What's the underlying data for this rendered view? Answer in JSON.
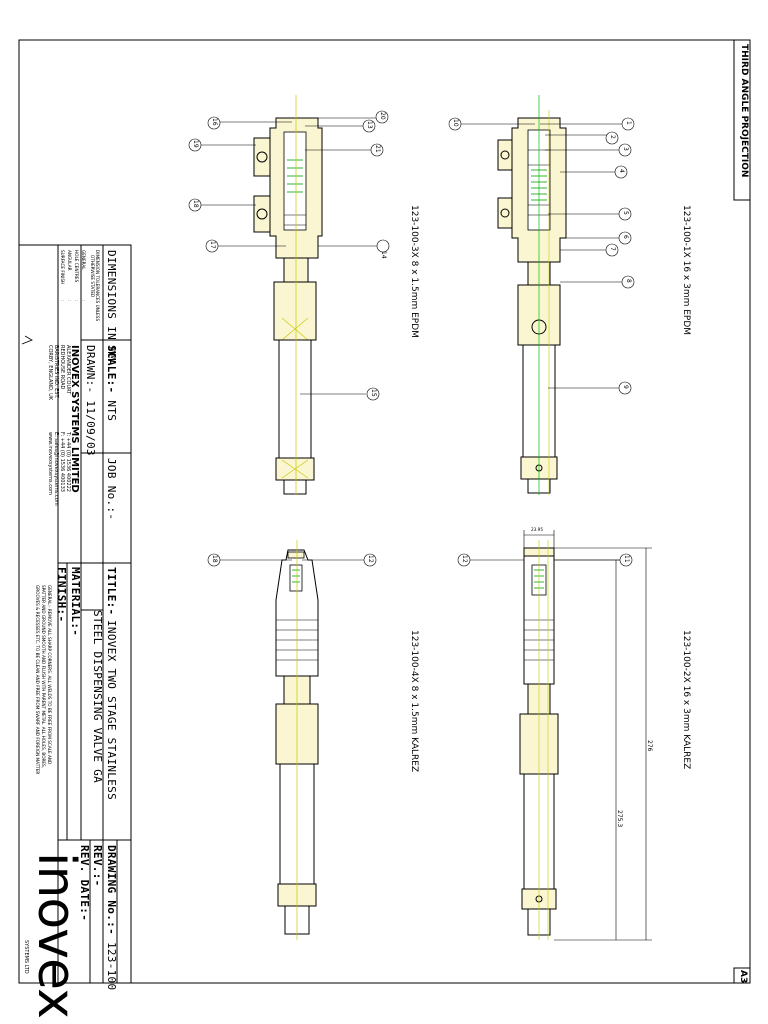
{
  "sheet": {
    "projection": "THIRD ANGLE PROJECTION",
    "size": "A3"
  },
  "views": [
    {
      "label": "123-100-1X 16 x 3mm EPDM"
    },
    {
      "label": "123-100-2X 16 x 3mm KALREZ"
    },
    {
      "label": "123-100-3X 8 x 1.5mm EPDM"
    },
    {
      "label": "123-100-4X 8 x 1.5mm KALREZ"
    }
  ],
  "balloons": {
    "view1": [
      "1",
      "2",
      "3",
      "4",
      "5",
      "6",
      "7",
      "8",
      "9",
      "10"
    ],
    "view2": [
      "11",
      "12"
    ],
    "view3": [
      "13",
      "14",
      "15",
      "16",
      "17",
      "18",
      "19",
      "20",
      "21"
    ],
    "view4": [
      "12",
      "18"
    ]
  },
  "dimensions": {
    "width": "23.95",
    "overall": "276",
    "partial": "275.3"
  },
  "title_block": {
    "dimensions_in": "DIMENSIONS IN MM",
    "tolerance_note_1": "DIMENSION TOLERANCES UNLESS",
    "tolerance_note_2": "OTHERWISE STATED",
    "general_label": "GENERAL",
    "general_val": ":",
    "hole_label": "HOLE CENTRES",
    "hole_val": ":",
    "angular_label": "ANGULAR",
    "angular_val": ":",
    "finish_label": "SURFACE FINISH",
    "finish_val": ":",
    "scale_label": "SCALE:-",
    "scale_value": "NTS",
    "job_label": "JOB No.:-",
    "drawn_label": "DRAWN:-",
    "drawn_value": "11/09/03",
    "company": "INOVEX SYSTEMS LIMITED",
    "address_1": "ALEXANDER COURT",
    "address_2": "REDHOUSE ROAD",
    "address_3": "BARISTRIES IND. EST.",
    "address_4": "CORBY, ENGLAND, UK",
    "tel": "T: +44 (0) 1536 400222",
    "fax": "F: +44 (0) 1536 400133",
    "email": "E: sales@inovexsystems.com",
    "web": "www.inovexsystems.com",
    "title_label": "TITLE:-",
    "title_line_1": "INOVEX TWO STAGE STAINLESS",
    "title_line_2": "STEEL DISPENSING VALVE GA",
    "material_label": "MATERIAL:-",
    "finish2_label": "FINISH:-",
    "general_note_1": "GENERAL:- REMOVE ALL SHARP CORNERS. ALL WELDS TO BE FREE FROM SCALE AND",
    "general_note_2": "SPATTER AND GROUND SMOOTH AND FLUSH WITH PARENT METAL. ALL HOLES, BORES,",
    "general_note_3": "GROOVES & RECESSES ETC. TO BE CLEAN AND FREE FROM SWARF AND FOREIGN MATTER",
    "drawing_label": "DRAWING No.:-",
    "drawing_value": "123-100",
    "rev_label": "REV.:-",
    "revdate_label": "REV. DATE:-",
    "logo_text": "inovex",
    "logo_sub": "SYSTEMS LTD"
  }
}
